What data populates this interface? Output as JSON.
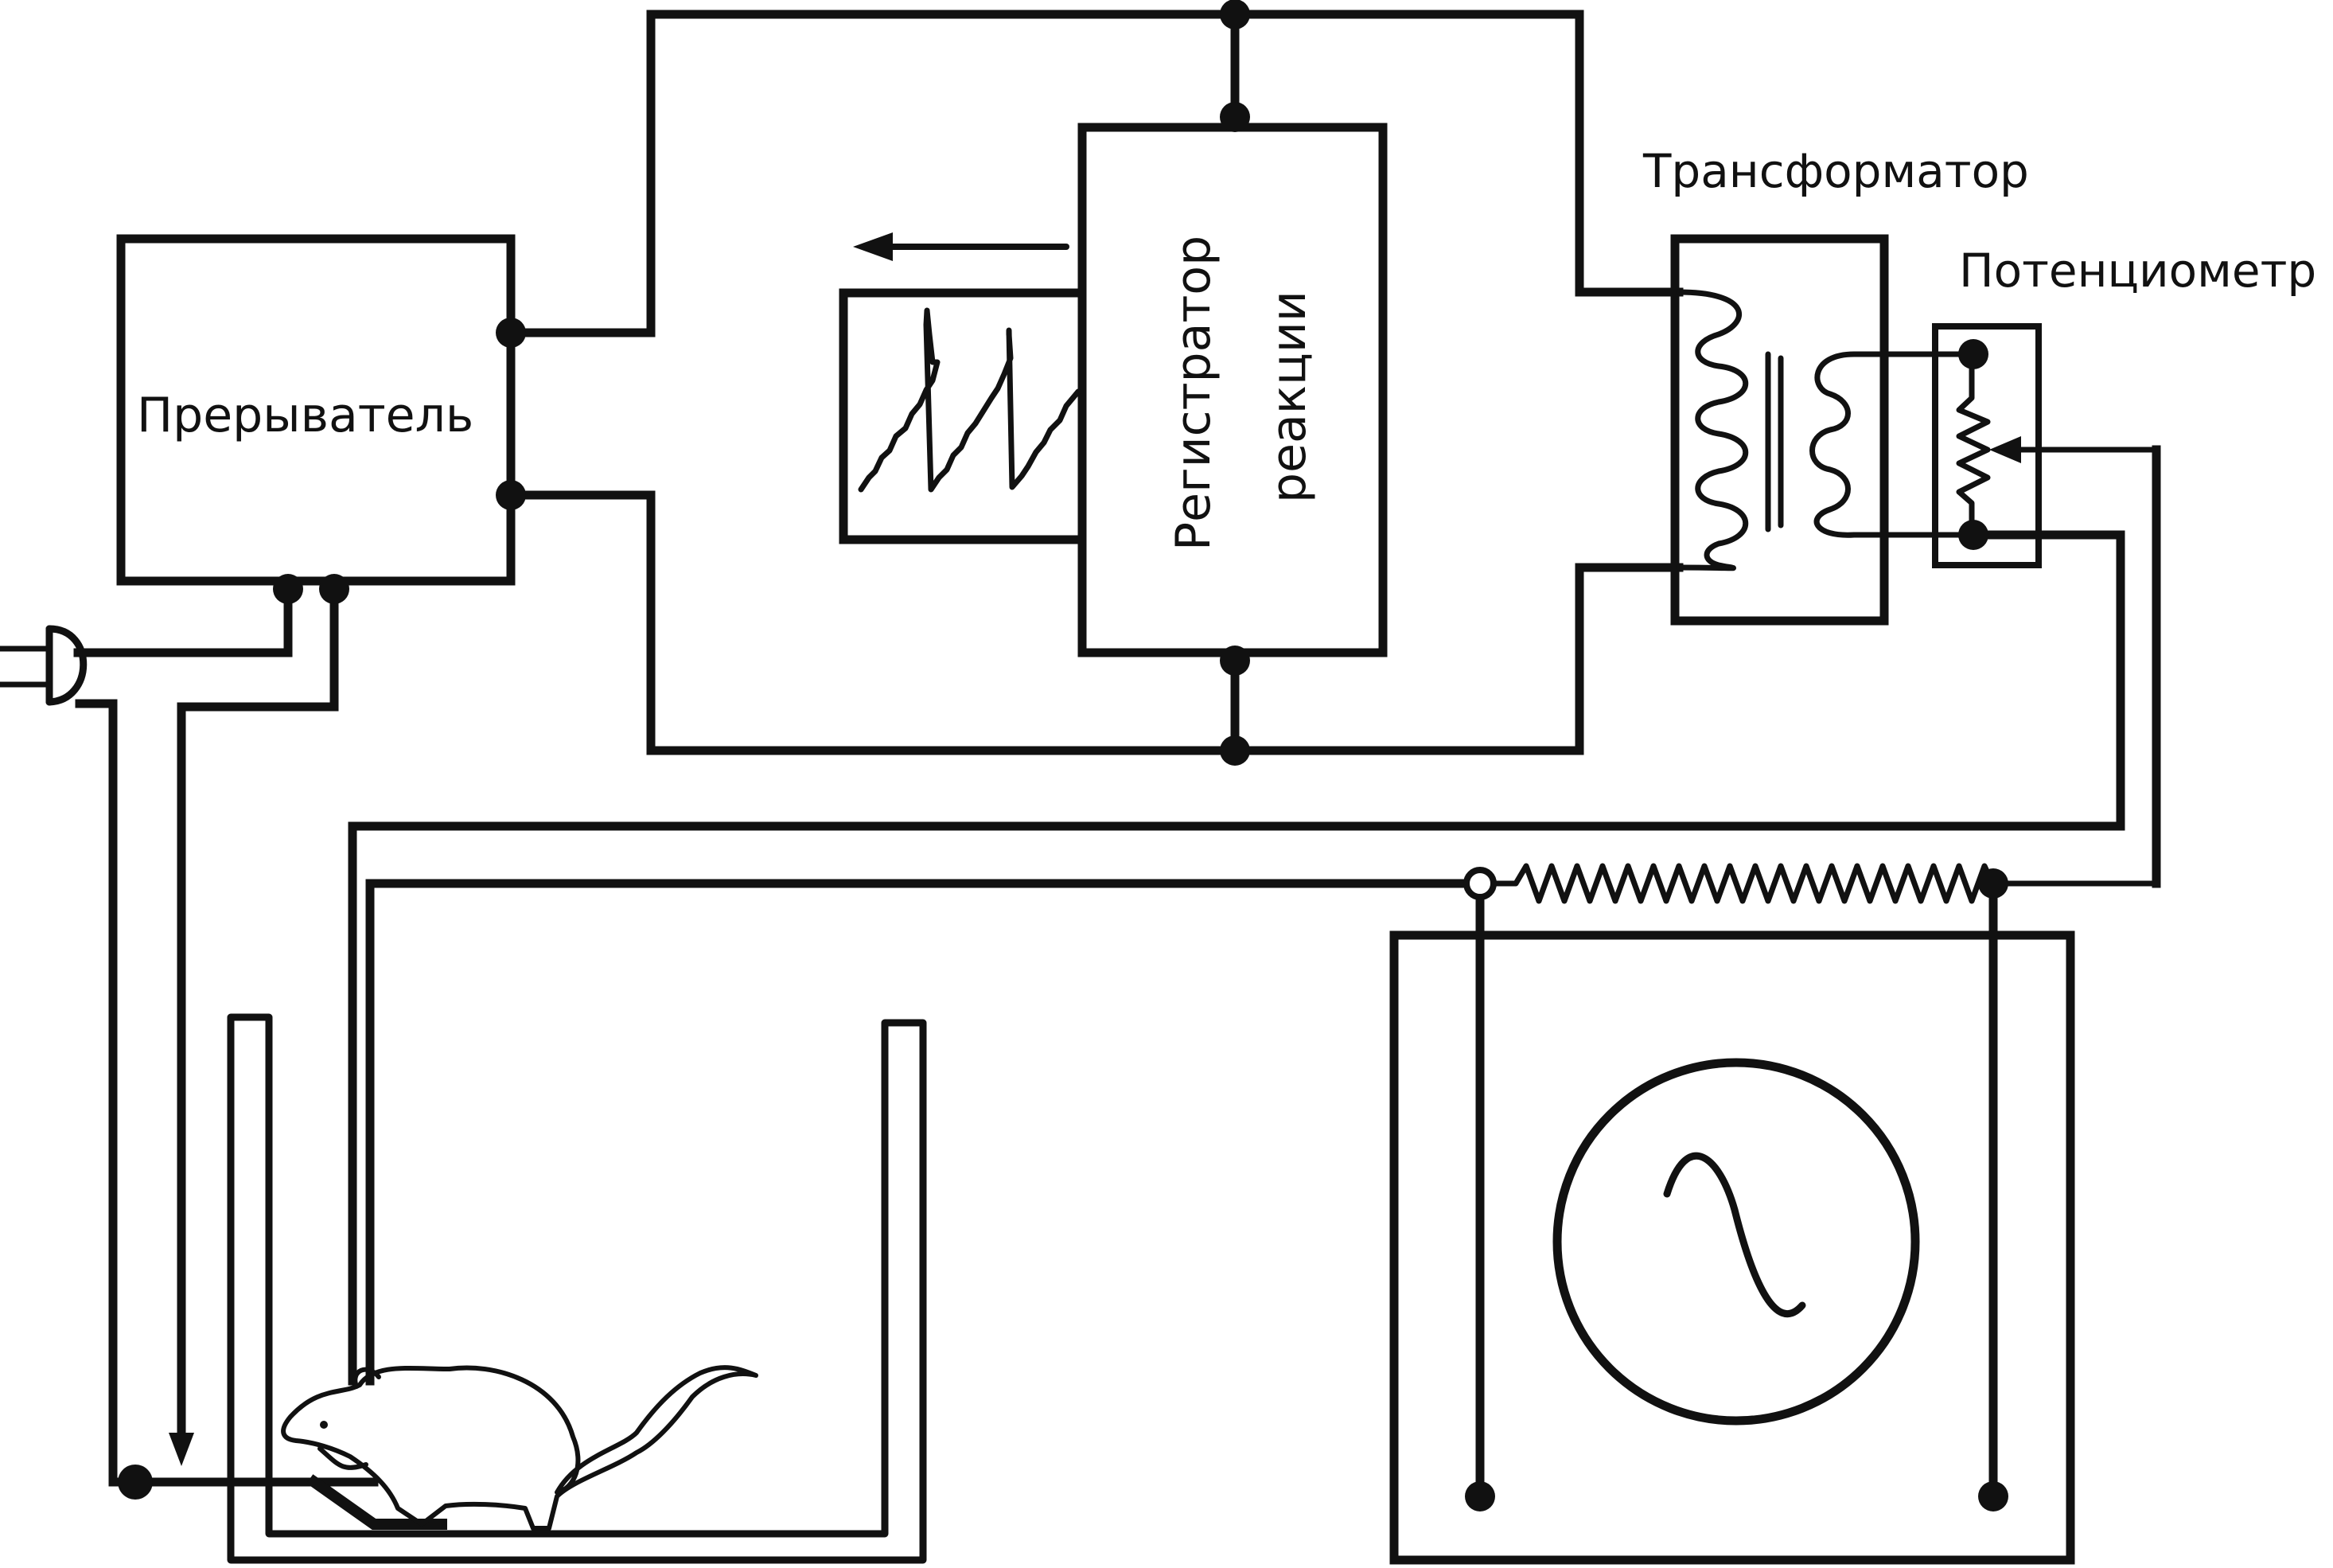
{
  "labels": {
    "interrupter": "Прерыватель",
    "recorder_line1": "Регистратор",
    "recorder_line2": "реакции",
    "transformer": "Трансформатор",
    "potentiometer": "Потенциометр"
  },
  "icons": {
    "plug": "plug-icon",
    "ac_source": "ac-source-icon",
    "rat": "rat-icon",
    "arrow": "arrow-left-icon"
  }
}
